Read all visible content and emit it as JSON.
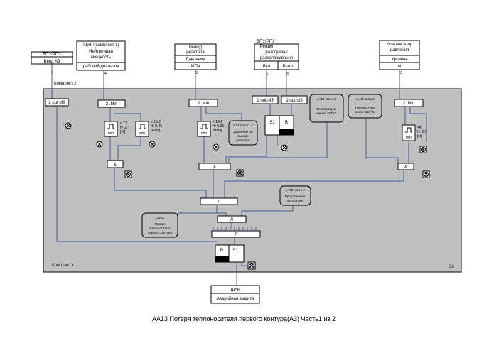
{
  "caption": "AA13 Потеря теплоносителя  первого контура(А3) Часть1 из 2",
  "top_boxes": {
    "bpu_left": {
      "title": "БПУ/РПУ",
      "row": "Ввод  А3",
      "count": "3"
    },
    "aknp": {
      "title": "АКНП(комплект 1)",
      "line2": "Нейтронная",
      "line3": "мощность",
      "row": "рабочий диапазон",
      "count": "4"
    },
    "vykhod": {
      "line1": "Выход",
      "line2": "реактора",
      "row1": "Давление",
      "row2": "МПа",
      "count": "3"
    },
    "bpu_right": {
      "title": "БПУ/РПУ",
      "line1": "Режим",
      "line2": "разогрева /",
      "line3": "расхолаживания",
      "btn_on": "Вкл",
      "btn_off": "Выкл",
      "count_on": "3",
      "count_off": "3"
    },
    "komp": {
      "line1": "Компенсатор",
      "line2": "давления",
      "row1": "Уровень",
      "row2": "м",
      "count": "3"
    }
  },
  "panel": {
    "komplekt2": "Комплект 2",
    "komplekt1": "Комплект1",
    "times": "3x"
  },
  "vote_blocks": {
    "a": "2 out of3",
    "b": "2..Min",
    "c": "2..Min",
    "d": "2 out of3",
    "e": "2 out of3",
    "f": "2..Min"
  },
  "min_blocks": {
    "label": "min"
  },
  "thresholds": {
    "t1": {
      "l1": "< 73",
      "l2": "N: 2",
      "l3": "[%]"
    },
    "t2": {
      "l1": "< 15.2",
      "l2": "H: 0.25",
      "l3": "[МПа]"
    },
    "t3": {
      "l1": "< 14.2",
      "l2": "H: 0.25",
      "l3": "[МПа]"
    },
    "t4": {
      "l1": "<4",
      "l2": "H: 0.2",
      "l3": "[м]"
    }
  },
  "callouts": {
    "c1": {
      "title": "АА13 часть 2",
      "l1": "Давление на",
      "l2": "выходе",
      "l3": "реактора"
    },
    "c2": {
      "title": "АА13 часть 2",
      "l1": "Температура",
      "l2": "менее 260°С"
    },
    "c3": {
      "title": "АА13 часть 2",
      "l1": "Температура",
      "l2": "менее 150°С"
    },
    "c4": {
      "title": "АА13 часть 2",
      "l1": "Продолжение",
      "l2": "алгоритма"
    },
    "c5": {
      "title": "СОЦ1",
      "l1": "Потеря",
      "l2": "теплоносителя",
      "l3": "первого контура"
    }
  },
  "logic": {
    "and": "&",
    "s": "S1",
    "r": "R",
    "pulse": "Л",
    "r2": "R",
    "s2": "S1"
  },
  "output_box": {
    "title": "ШАК",
    "row": "Аварийная защита"
  }
}
